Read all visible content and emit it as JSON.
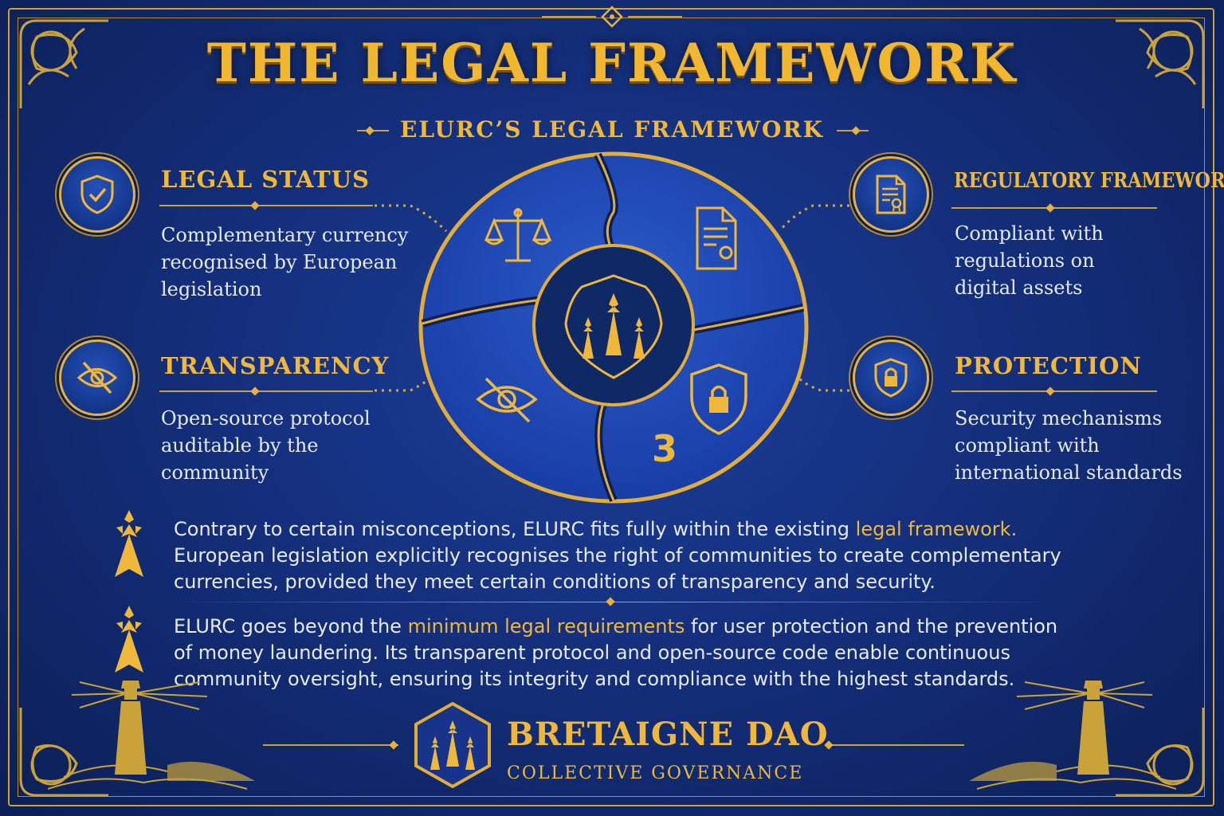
{
  "title": "THE LEGAL FRAMEWORK",
  "subtitle": "ELURC’S LEGAL FRAMEWORK",
  "features": {
    "legal_status": {
      "title": "LEGAL STATUS",
      "desc_lines": [
        "Complementary currency",
        "recognised by European",
        "legislation"
      ]
    },
    "transparency": {
      "title": "TRANSPARENCY",
      "desc_lines": [
        "Open-source protocol",
        "auditable by the",
        "community"
      ]
    },
    "regulatory": {
      "title": "REGULATORY FRAMEWORK",
      "desc_lines": [
        "Compliant with",
        "regulations on",
        "digital assets"
      ]
    },
    "protection": {
      "title": "PROTECTION",
      "desc_lines": [
        "Security mechanisms",
        "compliant with",
        "international standards"
      ]
    }
  },
  "wheel": {
    "segment_number": "3"
  },
  "paragraph1": {
    "before": "Contrary to certain misconceptions, ELURC fits fully within the existing ",
    "highlight": "legal framework.",
    "after": " European legislation explicitly recognises the right of communities to create complementary currencies, provided they meet certain conditions of transparency and security."
  },
  "paragraph2": {
    "before": "ELURC goes beyond the ",
    "highlight": "minimum legal requirements",
    "after": " for user protection and the prevention of money laundering. Its transparent protocol and open-source code enable continuous community oversight, ensuring its integrity and compliance with the highest standards."
  },
  "footer": {
    "brand": "BRETAIGNE DAO",
    "tagline": "COLLECTIVE GOVERNANCE"
  },
  "colors": {
    "accent": "#f0b83a",
    "background": "#142f7c",
    "panel": "#1c45a8"
  }
}
